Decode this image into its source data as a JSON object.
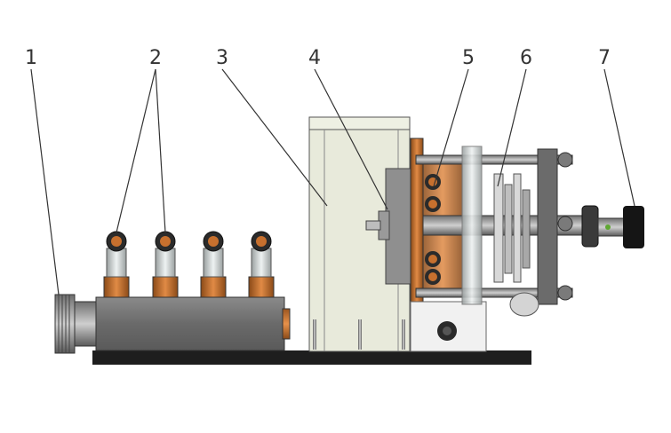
{
  "labels": {
    "l1": "1",
    "l2": "2",
    "l3": "3",
    "l4": "4",
    "l5": "5",
    "l6": "6",
    "l7": "7"
  },
  "colors": {
    "base_plate": "#1e1e1e",
    "manifold": "#6e6e6e",
    "cover": "#e8eadb",
    "copper": "#c7702e",
    "steel": "#8d8d8d",
    "knob": "#151515"
  }
}
